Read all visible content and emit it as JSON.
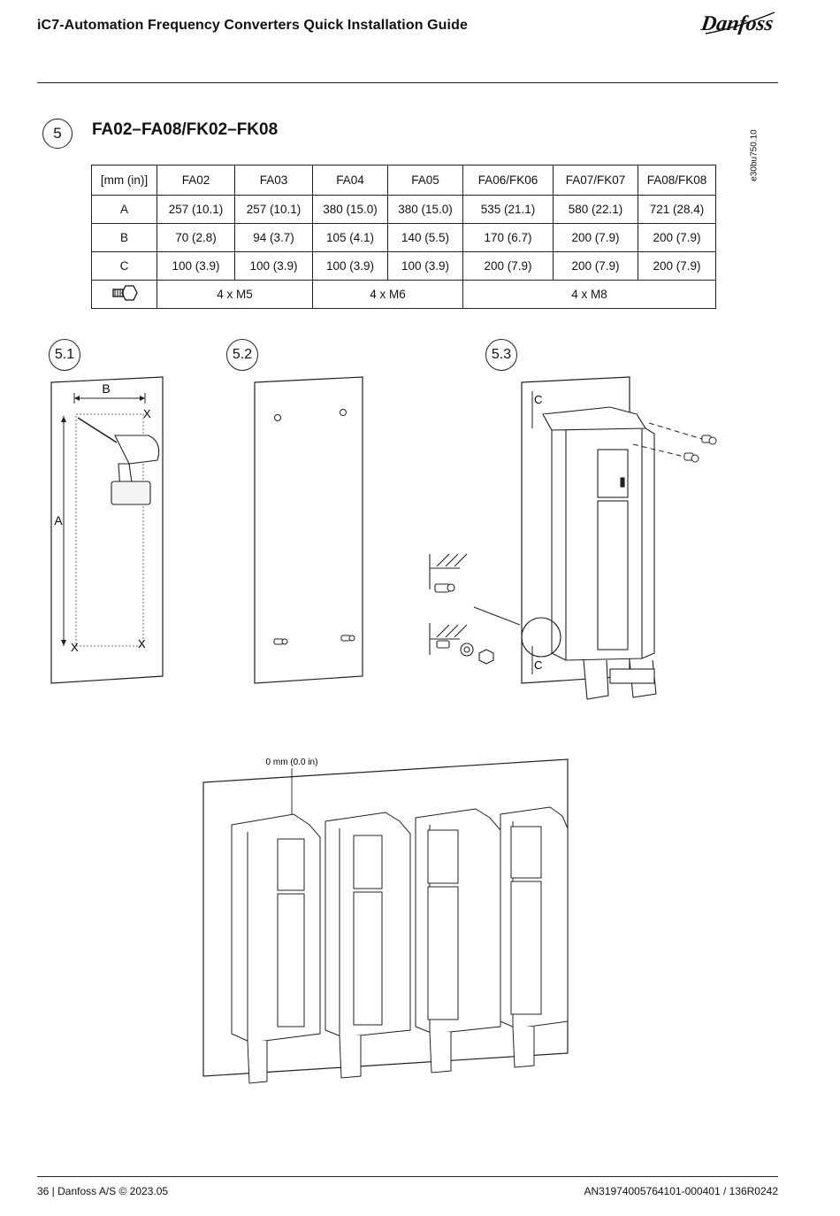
{
  "header": {
    "title": "iC7-Automation Frequency Converters Quick Installation Guide",
    "logo_text": "Danfoss"
  },
  "section": {
    "step_number": "5",
    "title": "FA02–FA08/FK02–FK08",
    "doc_code": "e30bu750.10"
  },
  "table": {
    "unit_header": "[mm (in)]",
    "columns": [
      "FA02",
      "FA03",
      "FA04",
      "FA05",
      "FA06/FK06",
      "FA07/FK07",
      "FA08/FK08"
    ],
    "rows": [
      {
        "label": "A",
        "values": [
          "257 (10.1)",
          "257 (10.1)",
          "380 (15.0)",
          "380 (15.0)",
          "535 (21.1)",
          "580 (22.1)",
          "721 (28.4)"
        ]
      },
      {
        "label": "B",
        "values": [
          "70 (2.8)",
          "94 (3.7)",
          "105 (4.1)",
          "140 (5.5)",
          "170 (6.7)",
          "200 (7.9)",
          "200 (7.9)"
        ]
      },
      {
        "label": "C",
        "values": [
          "100 (3.9)",
          "100 (3.9)",
          "100 (3.9)",
          "100 (3.9)",
          "200 (7.9)",
          "200 (7.9)",
          "200 (7.9)"
        ]
      }
    ],
    "screw_row": {
      "icon": "screw-icon",
      "values": [
        "4 x M5",
        "4 x M6",
        "4 x M8"
      ]
    }
  },
  "figures": {
    "fig1": {
      "number": "5.1",
      "label_b": "B",
      "label_a": "A"
    },
    "fig2": {
      "number": "5.2"
    },
    "fig3": {
      "number": "5.3",
      "label_c_top": "C",
      "label_c_bottom": "C"
    },
    "fig4": {
      "clearance_label": "0 mm (0.0 in)"
    }
  },
  "footer": {
    "left": "36 | Danfoss A/S © 2023.05",
    "right": "AN31974005764101-000401 / 136R0242"
  }
}
